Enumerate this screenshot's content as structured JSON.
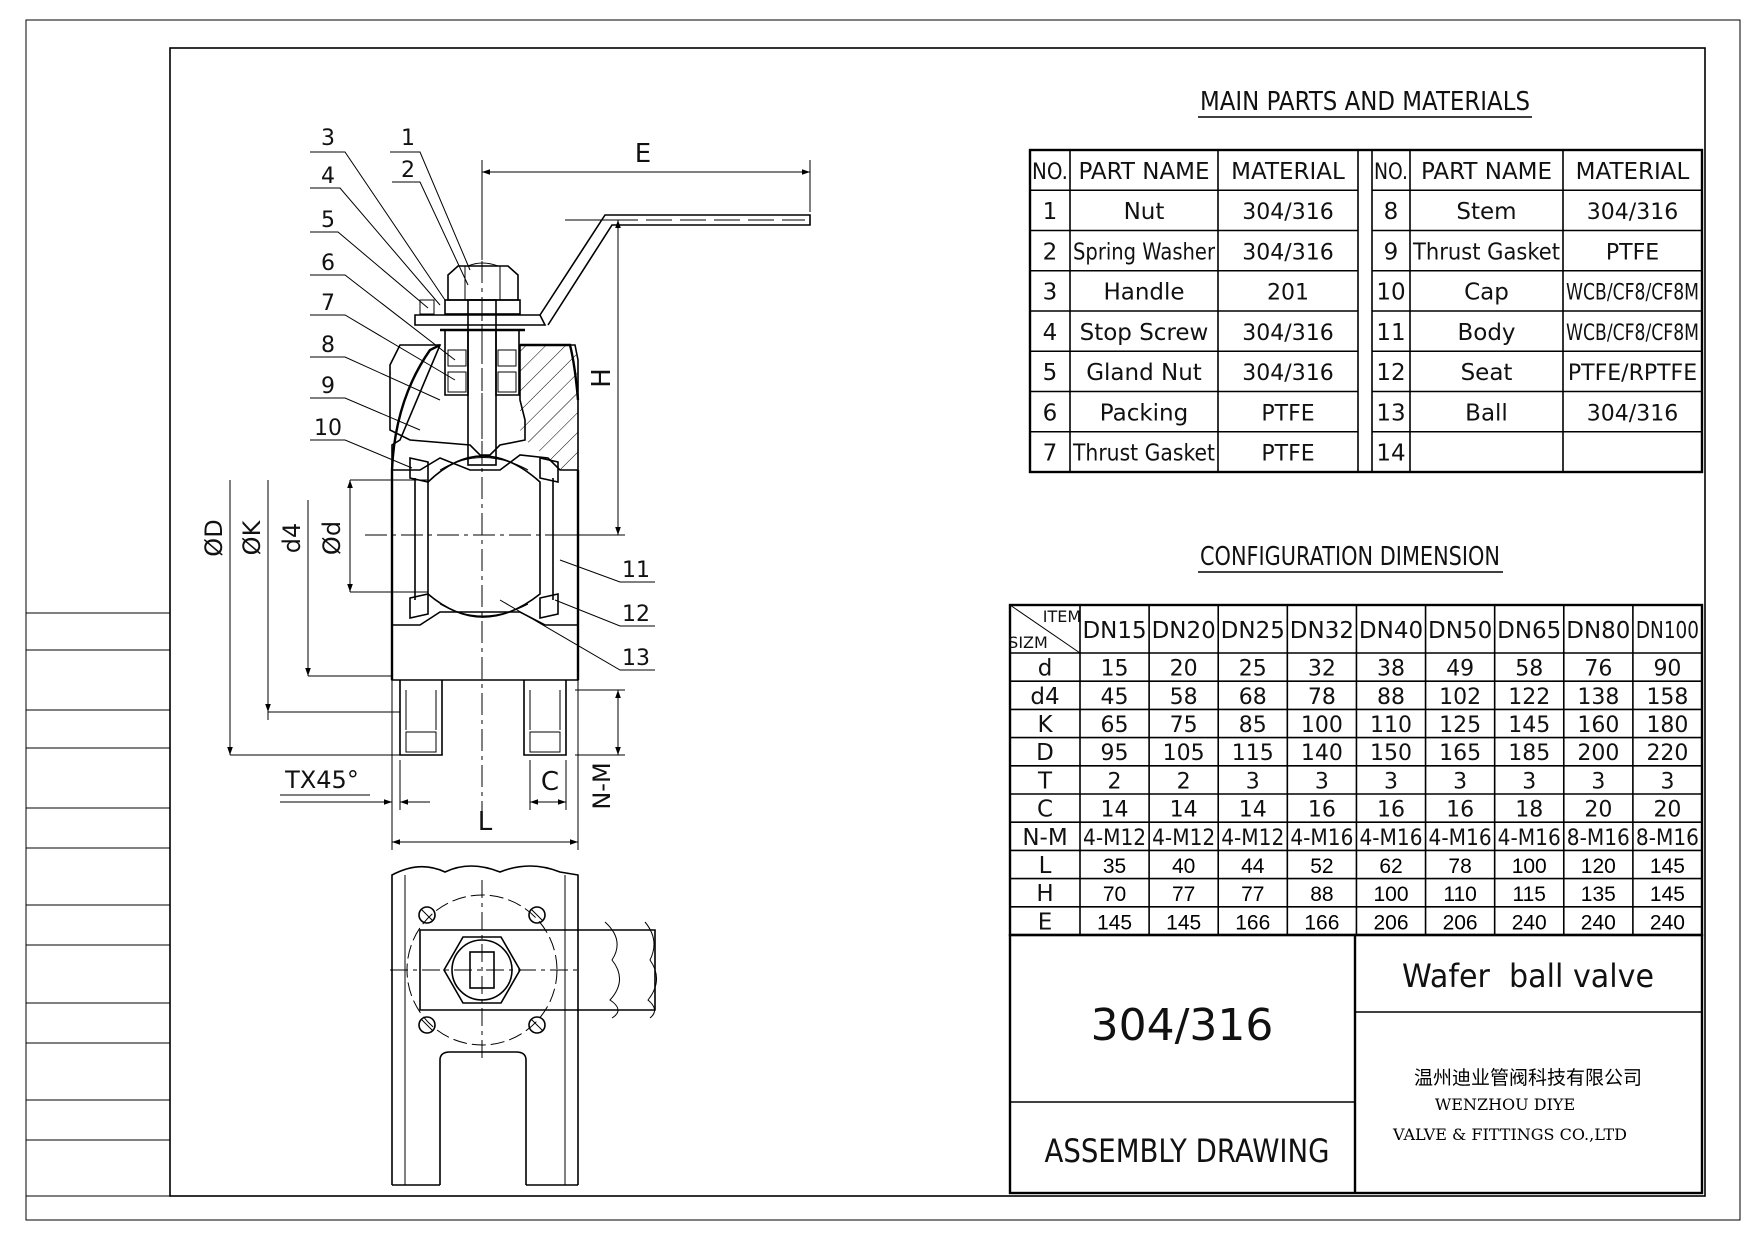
{
  "parts_title": "MAIN PARTS AND MATERIALS",
  "parts_header": {
    "no": "NO.",
    "part_name": "PART NAME",
    "material": "MATERIAL"
  },
  "parts_left": [
    {
      "no": "1",
      "name": "Nut",
      "material": "304/316"
    },
    {
      "no": "2",
      "name": "Spring Washer",
      "material": "304/316"
    },
    {
      "no": "3",
      "name": "Handle",
      "material": "201"
    },
    {
      "no": "4",
      "name": "Stop Screw",
      "material": "304/316"
    },
    {
      "no": "5",
      "name": "Gland Nut",
      "material": "304/316"
    },
    {
      "no": "6",
      "name": "Packing",
      "material": "PTFE"
    },
    {
      "no": "7",
      "name": "Thrust Gasket",
      "material": "PTFE"
    }
  ],
  "parts_right": [
    {
      "no": "8",
      "name": "Stem",
      "material": "304/316"
    },
    {
      "no": "9",
      "name": "Thrust Gasket",
      "material": "PTFE"
    },
    {
      "no": "10",
      "name": "Cap",
      "material": "WCB/CF8/CF8M"
    },
    {
      "no": "11",
      "name": "Body",
      "material": "WCB/CF8/CF8M"
    },
    {
      "no": "12",
      "name": "Seat",
      "material": "PTFE/RPTFE"
    },
    {
      "no": "13",
      "name": "Ball",
      "material": "304/316"
    },
    {
      "no": "14",
      "name": "",
      "material": ""
    }
  ],
  "config_title": "CONFIGURATION DIMENSION",
  "config_corner": {
    "item": "ITEM",
    "size": "SIZM"
  },
  "config_sizes": [
    "DN15",
    "DN20",
    "DN25",
    "DN32",
    "DN40",
    "DN50",
    "DN65",
    "DN80",
    "DN100"
  ],
  "config_rows": [
    {
      "label": "d",
      "values": [
        "15",
        "20",
        "25",
        "32",
        "38",
        "49",
        "58",
        "76",
        "90"
      ]
    },
    {
      "label": "d4",
      "values": [
        "45",
        "58",
        "68",
        "78",
        "88",
        "102",
        "122",
        "138",
        "158"
      ]
    },
    {
      "label": "K",
      "values": [
        "65",
        "75",
        "85",
        "100",
        "110",
        "125",
        "145",
        "160",
        "180"
      ]
    },
    {
      "label": "D",
      "values": [
        "95",
        "105",
        "115",
        "140",
        "150",
        "165",
        "185",
        "200",
        "220"
      ]
    },
    {
      "label": "T",
      "values": [
        "2",
        "2",
        "3",
        "3",
        "3",
        "3",
        "3",
        "3",
        "3"
      ]
    },
    {
      "label": "C",
      "values": [
        "14",
        "14",
        "14",
        "16",
        "16",
        "16",
        "18",
        "20",
        "20"
      ]
    },
    {
      "label": "N-M",
      "values": [
        "4-M12",
        "4-M12",
        "4-M12",
        "4-M16",
        "4-M16",
        "4-M16",
        "4-M16",
        "8-M16",
        "8-M16"
      ]
    },
    {
      "label": "L",
      "values": [
        "35",
        "40",
        "44",
        "52",
        "62",
        "78",
        "100",
        "120",
        "145"
      ]
    },
    {
      "label": "H",
      "values": [
        "70",
        "77",
        "77",
        "88",
        "100",
        "110",
        "115",
        "135",
        "145"
      ]
    },
    {
      "label": "E",
      "values": [
        "145",
        "145",
        "166",
        "166",
        "206",
        "206",
        "240",
        "240",
        "240"
      ]
    }
  ],
  "title_block": {
    "material": "304/316",
    "product": "Wafer  ball valve",
    "drawing_type": "ASSEMBLY DRAWING",
    "company_cn": "温州迪业管阀科技有限公司",
    "company_en_1": "WENZHOU DIYE",
    "company_en_2": "VALVE & FITTINGS CO.,LTD"
  },
  "drawing_labels": {
    "E": "E",
    "H": "H",
    "L": "L",
    "C": "C",
    "NM": "N-M",
    "TX45": "TX45°",
    "phiD": "ØD",
    "phiK": "ØK",
    "d4": "d4",
    "phid": "Ød"
  },
  "balloons": [
    "1",
    "2",
    "3",
    "4",
    "5",
    "6",
    "7",
    "8",
    "9",
    "10",
    "11",
    "12",
    "13"
  ]
}
